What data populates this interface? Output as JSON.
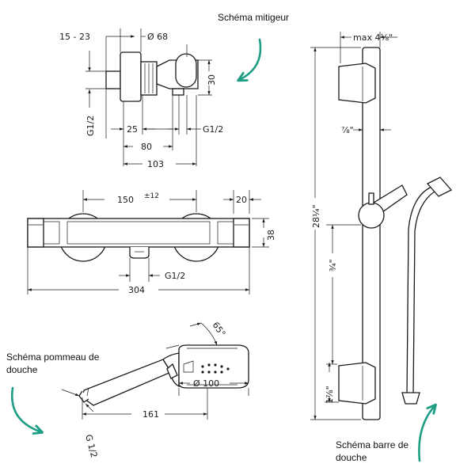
{
  "colors": {
    "line": "#1a1a1a",
    "accent": "#1f9e86",
    "background": "#ffffff"
  },
  "captions": {
    "mixer": "Schéma mitigeur",
    "handshower_line1": "Schéma pommeau de",
    "handshower_line2": "douche",
    "bar_line1": "Schéma barre de",
    "bar_line2": "douche"
  },
  "mixer_side": {
    "d_15_23": "15 - 23",
    "d_68": "Ø 68",
    "d_30": "30",
    "d_g12_left": "G1/2",
    "d_25": "25",
    "d_g12_right": "G1/2",
    "d_80": "80",
    "d_103": "103"
  },
  "mixer_front": {
    "d_150": "150",
    "d_150_tol": "±12",
    "d_20": "20",
    "d_38": "38",
    "d_g12": "G1/2",
    "d_304": "304"
  },
  "handshower": {
    "d_65": "65°",
    "d_100": "Ø 100",
    "d_161": "161",
    "d_g12": "G 1/2"
  },
  "bar": {
    "d_max": "max 4⅛\"",
    "d_7_8": "⅞\"",
    "d_28_1_4": "28¼\"",
    "d_3_4": "¾\"",
    "d_1_7_8": "1⅞\""
  }
}
